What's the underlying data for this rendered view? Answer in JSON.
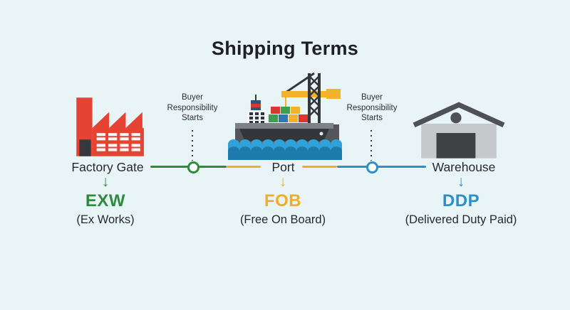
{
  "title": "Shipping Terms",
  "markers": [
    {
      "lines": [
        "Buyer",
        "Responsibility",
        "Starts"
      ]
    },
    {
      "lines": [
        "Buyer",
        "Responsibility",
        "Starts"
      ]
    }
  ],
  "stations": [
    {
      "location": "Factory Gate",
      "arrow": "↓",
      "term": "EXW",
      "term_full": "(Ex Works)",
      "color": "#2e8b3e",
      "icon": "factory-icon"
    },
    {
      "location": "Port",
      "arrow": "↓",
      "term": "FOB",
      "term_full": "(Free On Board)",
      "color": "#eeaf26",
      "icon": "cargo-ship-icon"
    },
    {
      "location": "Warehouse",
      "arrow": "↓",
      "term": "DDP",
      "term_full": "(Delivered Duty Paid)",
      "color": "#2b90c8",
      "icon": "warehouse-icon"
    }
  ],
  "colors": {
    "background": "#e9f4f7",
    "green": "#2e8b3e",
    "amber": "#eeaf26",
    "blue": "#2b90c8",
    "text": "#24282c",
    "dots": "#3c4043",
    "factory_red": "#e74334",
    "ship_hull_dark": "#33373b",
    "warehouse_gray": "#c6c9cb"
  }
}
